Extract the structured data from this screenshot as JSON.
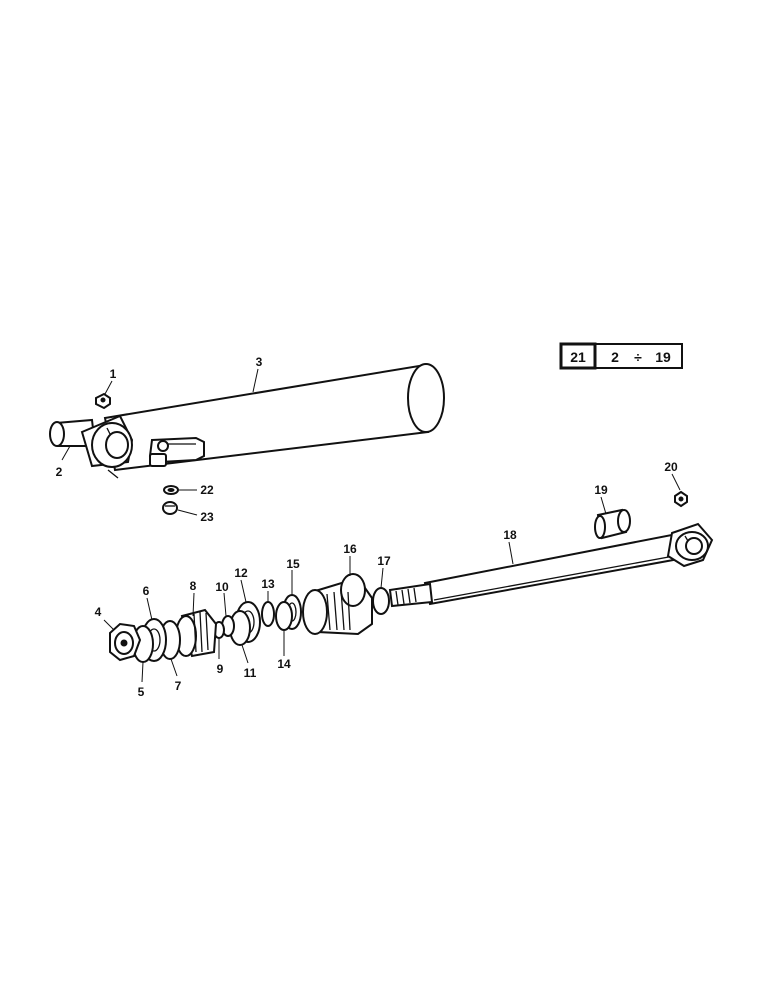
{
  "callouts": {
    "c1": "1",
    "c2": "2",
    "c3": "3",
    "c4": "4",
    "c5": "5",
    "c6": "6",
    "c7": "7",
    "c8": "8",
    "c9": "9",
    "c10": "10",
    "c11": "11",
    "c12": "12",
    "c13": "13",
    "c14": "14",
    "c15": "15",
    "c16": "16",
    "c17": "17",
    "c18": "18",
    "c19": "19",
    "c20": "20",
    "c22": "22",
    "c23": "23"
  },
  "kit_box": {
    "kit_number": "21",
    "range_start": "2",
    "range_symbol": "÷",
    "range_end": "19"
  }
}
